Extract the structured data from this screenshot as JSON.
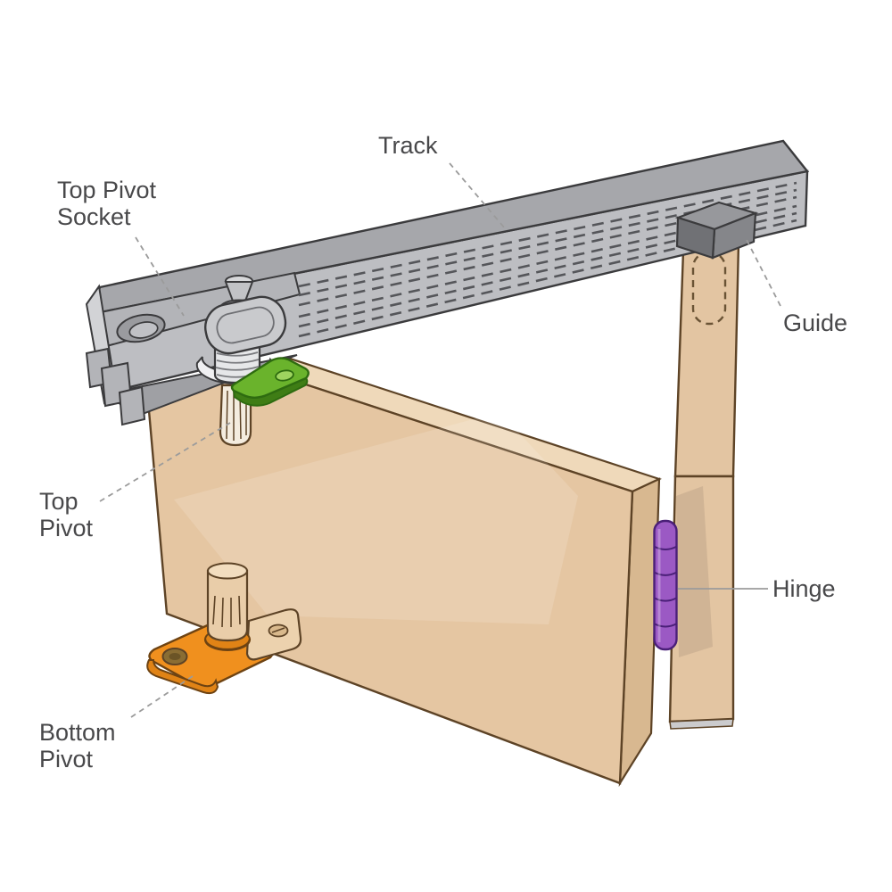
{
  "labels": {
    "track": "Track",
    "top_pivot_socket": {
      "line1": "Top Pivot",
      "line2": "Socket"
    },
    "guide": "Guide",
    "top_pivot": {
      "line1": "Top",
      "line2": "Pivot"
    },
    "hinge": "Hinge",
    "bottom_pivot": {
      "line1": "Bottom",
      "line2": "Pivot"
    }
  },
  "colors": {
    "background": "#ffffff",
    "track_top": "#a6a7ab",
    "track_front": "#bdbec2",
    "track_block": "#b3b4b8",
    "track_end_cap": "#d2d3d6",
    "track_slot": "#55565a",
    "outline_gray": "#3b3b3d",
    "door_front": "#e5c6a2",
    "door_top": "#efd9ba",
    "door_side": "#d8b890",
    "post_tan": "#e3c5a2",
    "outline_wood": "#5d4326",
    "pivot_green": "#6ab32c",
    "pivot_green_dark": "#3f7d15",
    "green_outline": "#2e6b10",
    "pivot_orange": "#f0901e",
    "orange_dark": "#e08316",
    "orange_outline": "#6e4312",
    "hinge_purple": "#9b59c4",
    "hinge_outline": "#4a1f78",
    "guide_block_top": "#97989c",
    "guide_block_front": "#85868a",
    "guide_block_side": "#707175",
    "label_text": "#48484a",
    "leader_gray": "#9b9b9b"
  }
}
